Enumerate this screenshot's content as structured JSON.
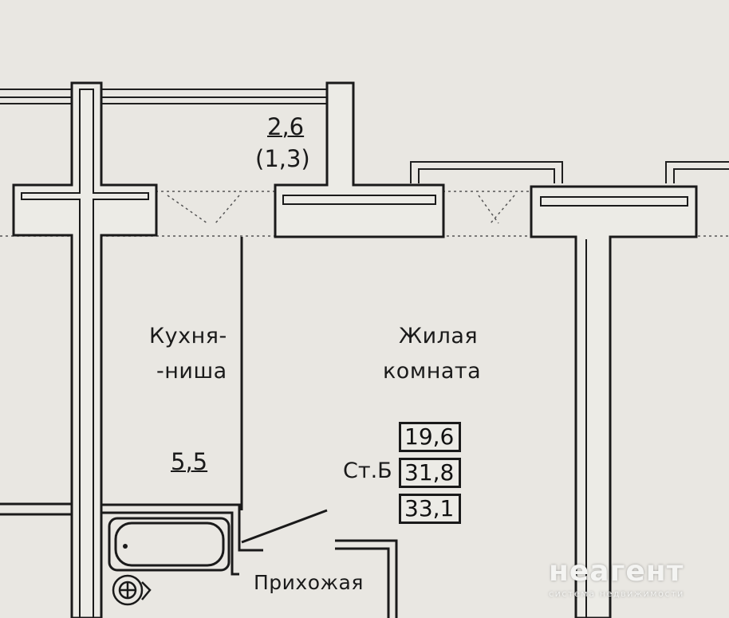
{
  "balcony": {
    "area": "2,6",
    "area_reduced": "(1,3)"
  },
  "kitchen": {
    "name_line1": "Кухня-",
    "name_line2": "-ниша",
    "area": "5,5"
  },
  "living_room": {
    "name_line1": "Жилая",
    "name_line2": "комната"
  },
  "areas_table": {
    "stage_label": "Ст.Б",
    "values": [
      "19,6",
      "31,8",
      "33,1"
    ]
  },
  "hallway": {
    "name": "Прихожая"
  },
  "watermark": {
    "brand": "неагент",
    "tagline": "система недвижимости"
  }
}
